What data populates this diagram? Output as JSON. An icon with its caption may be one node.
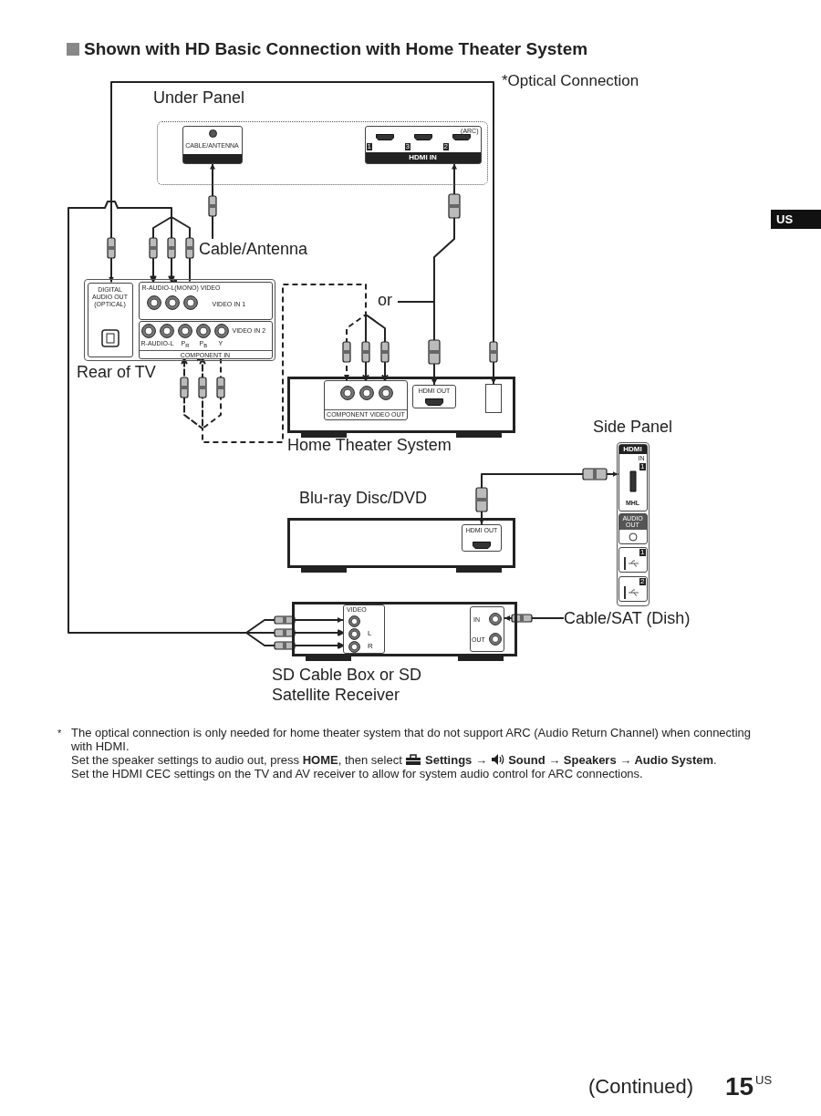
{
  "diagram": {
    "title": "Shown with HD Basic Connection with Home Theater System",
    "nodes": [
      {
        "text": [
          "Under Panel"
        ]
      },
      {
        "text": [
          "CABLE/ANTENNA"
        ],
        "in": 0
      },
      {
        "text": [
          "1",
          "3",
          "2",
          "(ARC)",
          "HDMI IN"
        ],
        "in": 0
      },
      {
        "text": [
          "Cable/Antenna"
        ]
      },
      {
        "text": [
          "Rear of TV"
        ]
      },
      {
        "text": [
          "DIGITAL AUDIO OUT (OPTICAL)"
        ],
        "in": 4
      },
      {
        "text": [
          "R-AUDIO-L(MONO) VIDEO",
          "VIDEO IN 1"
        ],
        "in": 4
      },
      {
        "text": [
          "R-AUDIO-L",
          "P$_{R}$",
          "P$_{B}$",
          "Y",
          "VIDEO IN 2",
          "COMPONENT IN"
        ],
        "in": 4
      },
      {
        "text": [
          "Home Theater System"
        ]
      },
      {
        "text": [
          "COMPONENT VIDEO OUT"
        ],
        "in": 8
      },
      {
        "text": [
          "HDMI OUT"
        ],
        "in": 8
      },
      {
        "text": [],
        "shape": "box",
        "in": 8
      },
      {
        "text": [
          "Side Panel"
        ]
      },
      {
        "text": [
          "HDMI",
          "IN",
          "1",
          "MHL"
        ],
        "in": 12
      },
      {
        "text": [
          "AUDIO OUT"
        ],
        "in": 12
      },
      {
        "text": [
          "1"
        ],
        "in": 12
      },
      {
        "text": [
          "2"
        ],
        "in": 12
      },
      {
        "text": [
          "Blu-ray Disc/DVD"
        ]
      },
      {
        "text": [
          "HDMI OUT"
        ],
        "in": 17
      },
      {
        "text": [
          "SD Cable Box or SD Satellite Receiver"
        ]
      },
      {
        "text": [
          "VIDEO",
          "L",
          "R"
        ],
        "in": 19
      },
      {
        "text": [
          "IN",
          "OUT"
        ],
        "in": 19
      },
      {
        "text": [
          "Cable/SAT (Dish)"
        ]
      }
    ],
    "edges": [
      {
        "from": 3,
        "to": 1,
        "arrow": "to"
      },
      {
        "from": 10,
        "to": 2,
        "arrow": "both"
      },
      {
        "from": 5,
        "to": 11,
        "arrow": "both",
        "label": "*Optical Connection"
      },
      {
        "from": 9,
        "to": 7,
        "arrow": "both",
        "style": "dashed"
      },
      {
        "from": 20,
        "to": 6,
        "arrow": "both"
      },
      {
        "from": 18,
        "to": 13,
        "arrow": "both"
      },
      {
        "from": 22,
        "to": 21,
        "arrow": "to"
      }
    ],
    "labels": [
      "or",
      "*",
      "The optical connection is only needed for home theater system that do not support ARC (Audio Return Channel) when connecting with HDMI.",
      "Set the speaker settings to audio out, press **HOME**, then select",
      "Settings →",
      "**Sound → Speakers → Audio System**.",
      "Set the HDMI CEC settings on the TV and AV receiver to allow for system audio control for ARC connections.",
      "US",
      "(Continued)",
      "15",
      "US"
    ]
  }
}
